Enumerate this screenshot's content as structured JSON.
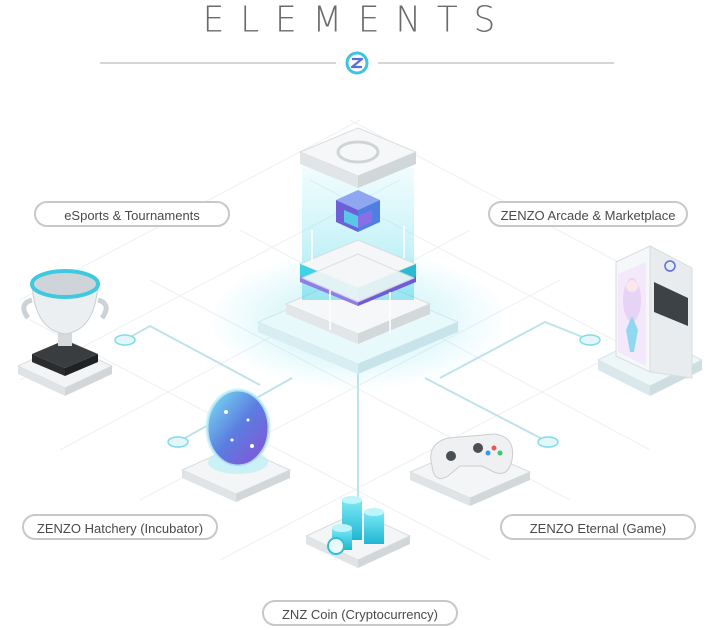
{
  "header": {
    "title": "ELEMENTS"
  },
  "labels": {
    "esports": "eSports & Tournaments",
    "arcade": "ZENZO Arcade & Marketplace",
    "hatchery": "ZENZO Hatchery (Incubator)",
    "eternal": "ZENZO Eternal (Game)",
    "coin": "ZNZ Coin (Cryptocurrency)"
  },
  "colors": {
    "accent": "#3fd3e6",
    "accent_light": "#bdf1f7",
    "purple": "#7b6be0",
    "platform": "#f1f3f5",
    "line": "#d9dde0"
  }
}
